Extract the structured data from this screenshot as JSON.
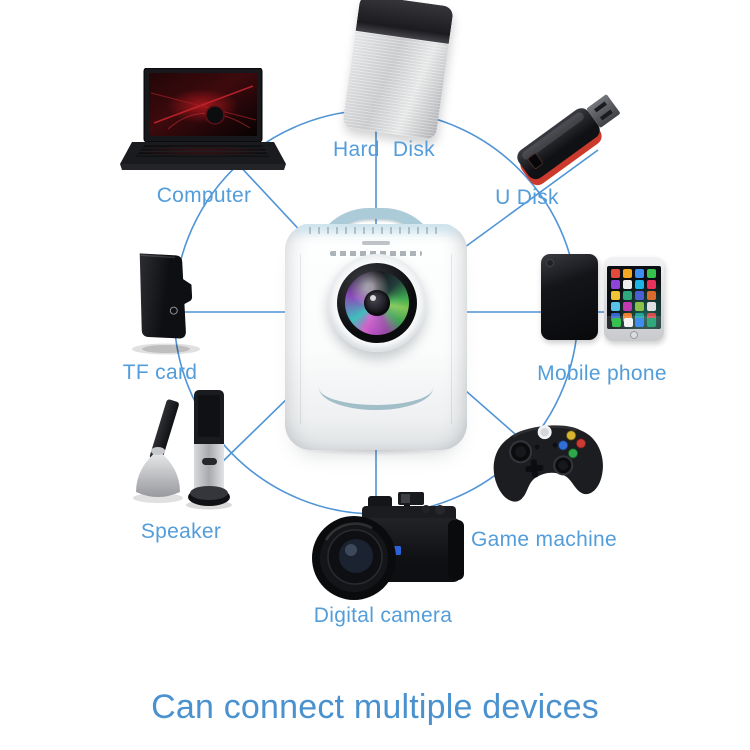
{
  "poster": {
    "headline": "Can connect multiple devices"
  },
  "theme": {
    "accent_text_blue": "#539dda",
    "headline_blue": "#4a92cf",
    "wire_blue": "#4f94d6",
    "background": "#ffffff"
  },
  "hub": {
    "icon": "mini-projector-icon"
  },
  "devices": [
    {
      "id": "computer",
      "label": "Computer",
      "icon": "laptop-icon"
    },
    {
      "id": "hard-disk",
      "label": "Hard Disk",
      "icon": "hard-drive-icon"
    },
    {
      "id": "u-disk",
      "label": "U Disk",
      "icon": "usb-flash-drive-icon"
    },
    {
      "id": "tf-card",
      "label": "TF card",
      "icon": "sd-card-icon"
    },
    {
      "id": "mobile-phone",
      "label": "Mobile phone",
      "icon": "smartphone-icon"
    },
    {
      "id": "speaker",
      "label": "Speaker",
      "icon": "speaker-icon"
    },
    {
      "id": "game-machine",
      "label": "Game machine",
      "icon": "gamepad-icon"
    },
    {
      "id": "digital-camera",
      "label": "Digital camera",
      "icon": "camera-icon"
    }
  ]
}
